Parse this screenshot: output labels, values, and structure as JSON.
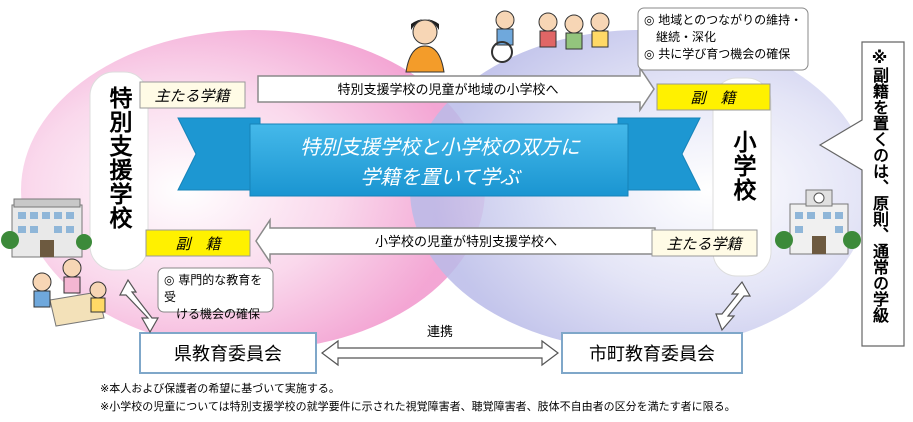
{
  "schools": {
    "special_label": "特別支援学校",
    "elementary_label": "小学校"
  },
  "registers": {
    "main_left": "主たる学籍",
    "sub_right": "副　籍",
    "sub_left": "副　籍",
    "main_right": "主たる学籍"
  },
  "arrows": {
    "top": "特別支援学校の児童が地域の小学校へ",
    "bottom": "小学校の児童が特別支援学校へ",
    "link": "連携"
  },
  "banner": {
    "line1": "特別支援学校と小学校の双方に",
    "line2": "学籍を置いて学ぶ"
  },
  "callouts": {
    "top_right": [
      "◎ 地域とのつながりの維持・",
      "　継続・深化",
      "◎ 共に学び育つ機会の確保"
    ],
    "bottom_left": [
      "◎ 専門的な教育を受",
      "　ける機会の確保"
    ]
  },
  "side_note": "※副籍を置くのは、原則、通常の学級",
  "boards": {
    "prefecture": "県教育委員会",
    "municipal": "市町教育委員会"
  },
  "footnotes": [
    "※本人および保護者の希望に基づいて実施する。",
    "※小学校の児童については特別支援学校の就学要件に示された視覚障害者、聴覚障害者、肢体不自由者の区分を満たす者に限る。"
  ],
  "colors": {
    "left_circle": "#f4a9d6",
    "right_circle": "#c7c9ee",
    "banner": "#29a8e0",
    "register_box": "#fff100",
    "board_border": "#7fa7c9"
  }
}
